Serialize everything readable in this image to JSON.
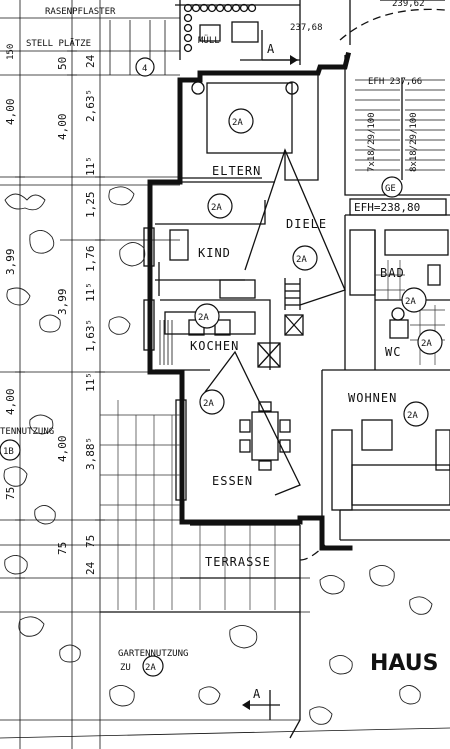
{
  "top": {
    "rasenpflaster": "RASENPFLASTER",
    "stellplaetze": "STELL PLÄTZE",
    "muell": "MÜLL",
    "elevation": "237,68",
    "elevation_top_right": "239,62",
    "section_marker": "A",
    "num_4": "4",
    "num_150": "150"
  },
  "rooms": {
    "eltern": {
      "label": "ELTERN",
      "badge": "2A"
    },
    "kind": {
      "label": "KIND",
      "badge": "2A"
    },
    "diele": {
      "label": "DIELE",
      "badge": "2A"
    },
    "kochen": {
      "label": "KOCHEN",
      "badge": "2A"
    },
    "essen": {
      "label": "ESSEN",
      "badge": "2A"
    },
    "wohnen": {
      "label": "WOHNEN",
      "badge": "2A"
    },
    "bad": {
      "label": "BAD",
      "badge": "2A"
    },
    "wc": {
      "label": "WC",
      "badge": "2A"
    },
    "terrasse": {
      "label": "TERRASSE"
    },
    "top_badge": "2A"
  },
  "stair": {
    "efh_upper": "EFH 237,66",
    "steps_left": "7x18/29/100",
    "steps_right": "8x18/29/100",
    "ge_badge": "GE",
    "efh_lower": "EFH=238,80"
  },
  "garden": {
    "gartennutzung_left": "TENNUTZUNG",
    "badge_1b": "1B",
    "gartennutzung_line1": "GARTENNUTZUNG",
    "gartennutzung_line2": "ZU",
    "badge_zu": "2A",
    "section_marker": "A"
  },
  "dims_col1": [
    "4,00",
    "3,99",
    "4,00",
    "75"
  ],
  "dims_col2": [
    "50",
    "4,00",
    "3,99",
    "4,00",
    "75"
  ],
  "dims_col3": [
    "24",
    "2,63⁵",
    "11⁵",
    "1,25",
    "1,76",
    "11⁵",
    "1,63⁵",
    "11⁵",
    "3,88⁵",
    "75",
    "24"
  ],
  "haus": "HAUS"
}
